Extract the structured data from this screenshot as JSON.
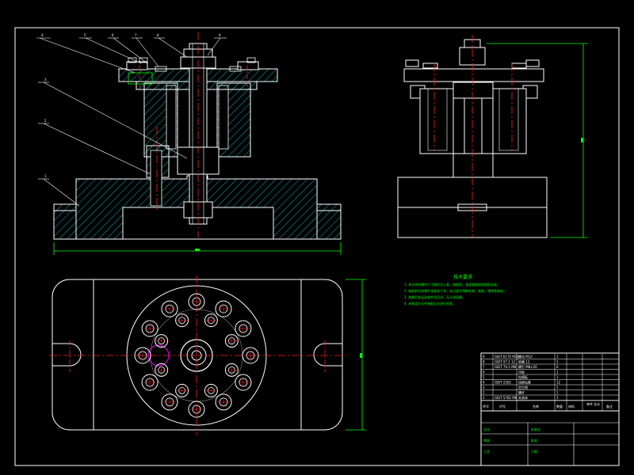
{
  "colors": {
    "background": "#000000",
    "outline": "#ffffff",
    "hatch": "#00ffff",
    "centerline": "#ff0000",
    "dimension": "#00ff00",
    "notes": "#00ff00",
    "highlight": "#ff00ff",
    "leader": "#ffffff"
  },
  "part_numbers": [
    "4",
    "5",
    "6",
    "7",
    "8",
    "9",
    "3",
    "2",
    "1"
  ],
  "notes": {
    "title": "技术要求",
    "lines": [
      "1. 未注明的零件尺寸和形位公差，按图样，表面粗糙度按国家标准。",
      "2. 装配前所有零件须清洗干净，加工面不得有毛刺、划痕、锈蚀等缺陷。",
      "3. 装配后各运动部件须灵活，无卡滞现象。",
      "4. 夹具定位元件装配后应进行检验。"
    ]
  },
  "title_block": {
    "rows": [
      {
        "no": "9",
        "code": "GB/T 6170 M12",
        "name": "螺母 M12",
        "qty": "1"
      },
      {
        "no": "8",
        "code": "GB/T 97.1 12",
        "name": "垫圈 12",
        "qty": "1"
      },
      {
        "no": "7",
        "code": "GB/T 70.1 M8",
        "name": "螺钉 M8×20",
        "qty": "6"
      },
      {
        "no": "6",
        "code": "",
        "name": "压板",
        "qty": "1"
      },
      {
        "no": "5",
        "code": "",
        "name": "钻模板",
        "qty": "1"
      },
      {
        "no": "4",
        "code": "GB/T 2262",
        "name": "快换钻套",
        "qty": "12"
      },
      {
        "no": "3",
        "code": "",
        "name": "定位销",
        "qty": "1"
      },
      {
        "no": "2",
        "code": "",
        "name": "螺杆",
        "qty": "1"
      },
      {
        "no": "1",
        "code": "GB/T 5782 M8",
        "name": "夹具体",
        "qty": "1"
      }
    ],
    "header": {
      "no": "序号",
      "code": "代号",
      "name": "名称",
      "qty": "数量",
      "mat": "材料",
      "weight": "单件 总计",
      "remark": "备注"
    },
    "bottom_labels": [
      "设计",
      "审核",
      "工艺",
      "标准化",
      "批准",
      "日期"
    ]
  }
}
